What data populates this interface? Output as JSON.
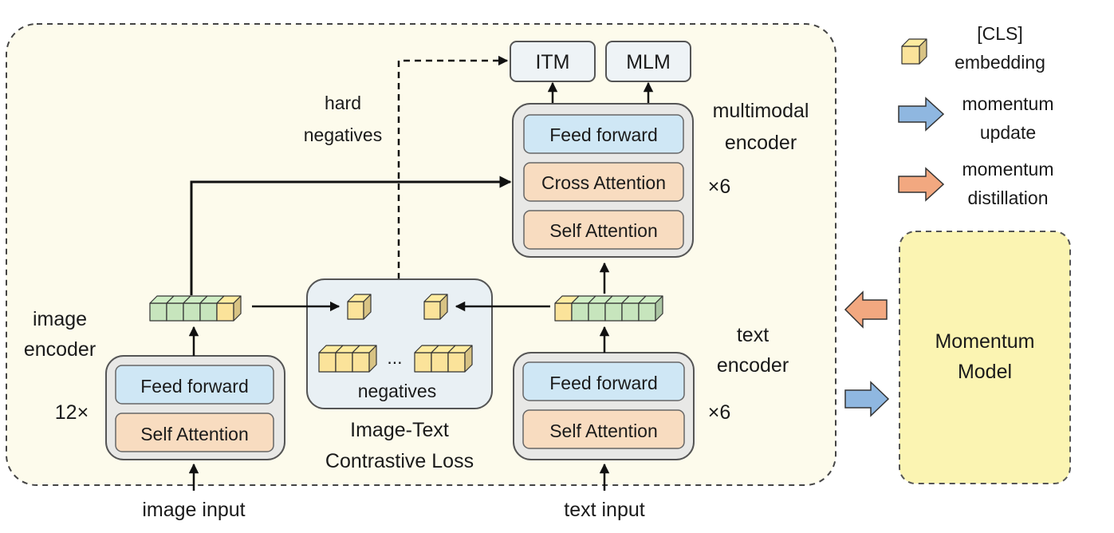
{
  "diagram": {
    "outputs": {
      "itm": "ITM",
      "mlm": "MLM"
    },
    "hard_negatives": [
      "hard",
      "negatives"
    ],
    "multimodal_encoder": {
      "label": [
        "multimodal",
        "encoder"
      ],
      "layers": [
        "Feed forward",
        "Cross Attention",
        "Self Attention"
      ],
      "repeat": "×6"
    },
    "image_encoder": {
      "label": [
        "image",
        "encoder"
      ],
      "layers": [
        "Feed forward",
        "Self Attention"
      ],
      "repeat": "12×",
      "input": "image input"
    },
    "text_encoder": {
      "label": [
        "text",
        "encoder"
      ],
      "layers": [
        "Feed forward",
        "Self Attention"
      ],
      "repeat": "×6",
      "input": "text input"
    },
    "contrastive": {
      "ellipsis": "...",
      "negatives": "negatives",
      "caption": [
        "Image-Text",
        "Contrastive Loss"
      ]
    },
    "legend": {
      "cls": [
        "[CLS]",
        "embedding"
      ],
      "momentum_update": [
        "momentum",
        "update"
      ],
      "momentum_distillation": [
        "momentum",
        "distillation"
      ]
    },
    "momentum_model": [
      "Momentum",
      "Model"
    ]
  },
  "colors": {
    "background_panel": "#fdfbec",
    "layer_blue": "#cfe7f5",
    "layer_orange": "#f8dcc0",
    "cube_yellow": "#fbe39a",
    "cube_green": "#c7e5bd",
    "contrastive_box": "#e9f0f4",
    "output_box": "#eef3f6",
    "momentum_box": "#fbf4b2",
    "arrow_blue": "#8fb7e0",
    "arrow_orange": "#f2a880"
  }
}
